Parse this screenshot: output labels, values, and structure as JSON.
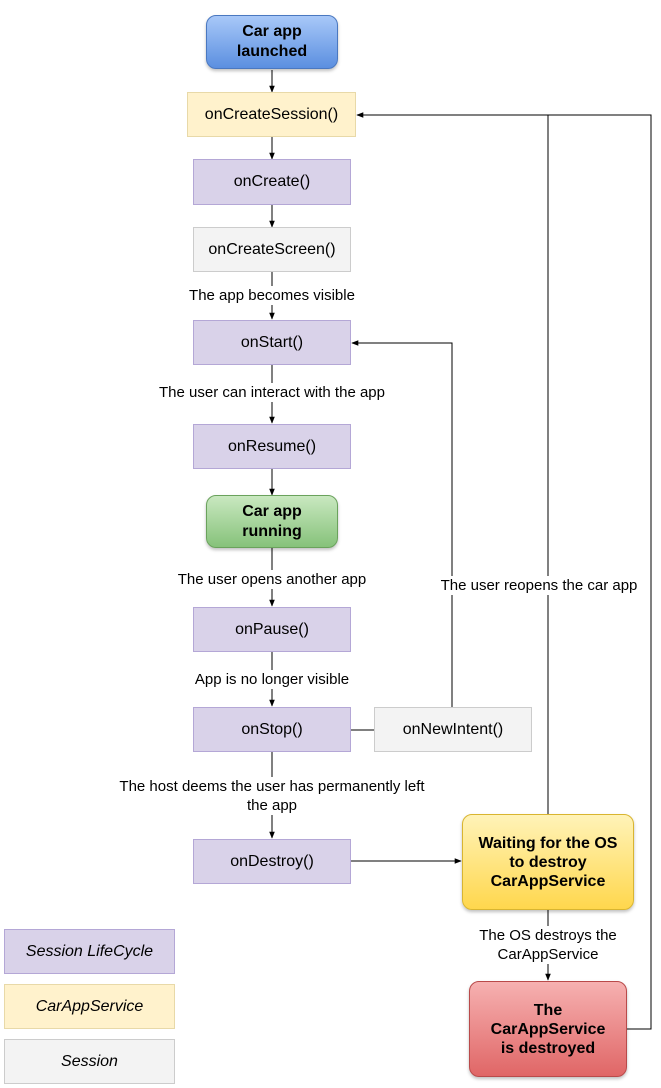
{
  "nodes": {
    "car_app_launched": "Car app\nlaunched",
    "on_create_session": "onCreateSession()",
    "on_create": "onCreate()",
    "on_create_screen": "onCreateScreen()",
    "on_start": "onStart()",
    "on_resume": "onResume()",
    "car_app_running": "Car app\nrunning",
    "on_pause": "onPause()",
    "on_stop": "onStop()",
    "on_new_intent": "onNewIntent()",
    "on_destroy": "onDestroy()",
    "waiting_for_os": "Waiting for the OS\nto destroy\nCarAppService",
    "carappservice_destroyed": "The\nCarAppService\nis destroyed"
  },
  "labels": {
    "app_becomes_visible": "The app becomes visible",
    "user_can_interact": "The user can interact with the app",
    "user_opens_another_app": "The user opens another app",
    "app_no_longer_visible": "App is no longer visible",
    "host_deems_left": "The host deems the user has permanently left the app",
    "user_reopens": "The user reopens the car app",
    "os_destroys": "The OS destroys the CarAppService"
  },
  "legend": {
    "session_lifecycle": "Session LifeCycle",
    "carappservice": "CarAppService",
    "session": "Session"
  },
  "colors": {
    "lifecycle": "#d9d2e9",
    "carappservice": "#fff2cc",
    "session": "#f3f3f3",
    "launched": "#6d9eeb",
    "running": "#93c47d",
    "waiting": "#ffd966",
    "destroyed": "#e06666"
  }
}
